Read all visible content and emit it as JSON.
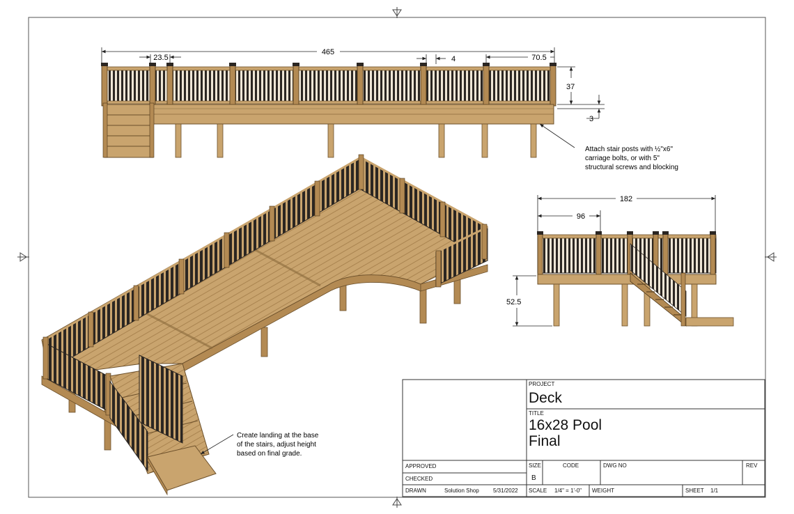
{
  "elevation_top": {
    "dim_total": "465",
    "dim_post_spacing": "23.5",
    "dim_baluster_gap": "4",
    "dim_end_bay": "70.5",
    "dim_rail_height": "37",
    "dim_step": "3"
  },
  "elevation_side": {
    "dim_width": "182",
    "dim_partial": "96",
    "dim_height": "52.5"
  },
  "notes": {
    "stair_posts": [
      "Attach stair posts with ½\"x6\"",
      "carriage bolts, or with 5\"",
      "structural screws and blocking"
    ],
    "landing": [
      "Create landing at the base",
      "of the stairs, adjust height",
      "based on final grade."
    ]
  },
  "title_block": {
    "project_label": "PROJECT",
    "project_value": "Deck",
    "title_label": "TITLE",
    "title_line1": "16x28 Pool",
    "title_line2": "Final",
    "approved_label": "APPROVED",
    "checked_label": "CHECKED",
    "drawn_label": "DRAWN",
    "drawn_by": "Solution Shop",
    "drawn_date": "5/31/2022",
    "size_label": "SIZE",
    "size_value": "B",
    "code_label": "CODE",
    "dwg_label": "DWG NO",
    "rev_label": "REV",
    "scale_label": "SCALE",
    "scale_value": "1/4\" = 1'-0\"",
    "weight_label": "WEIGHT",
    "sheet_label": "SHEET",
    "sheet_value": "1/1"
  },
  "colors": {
    "wood": "#c9a46e",
    "wood_dark": "#a07a45",
    "wood_light": "#dcbc8a",
    "rail": "#2b2622",
    "line": "#222222"
  }
}
